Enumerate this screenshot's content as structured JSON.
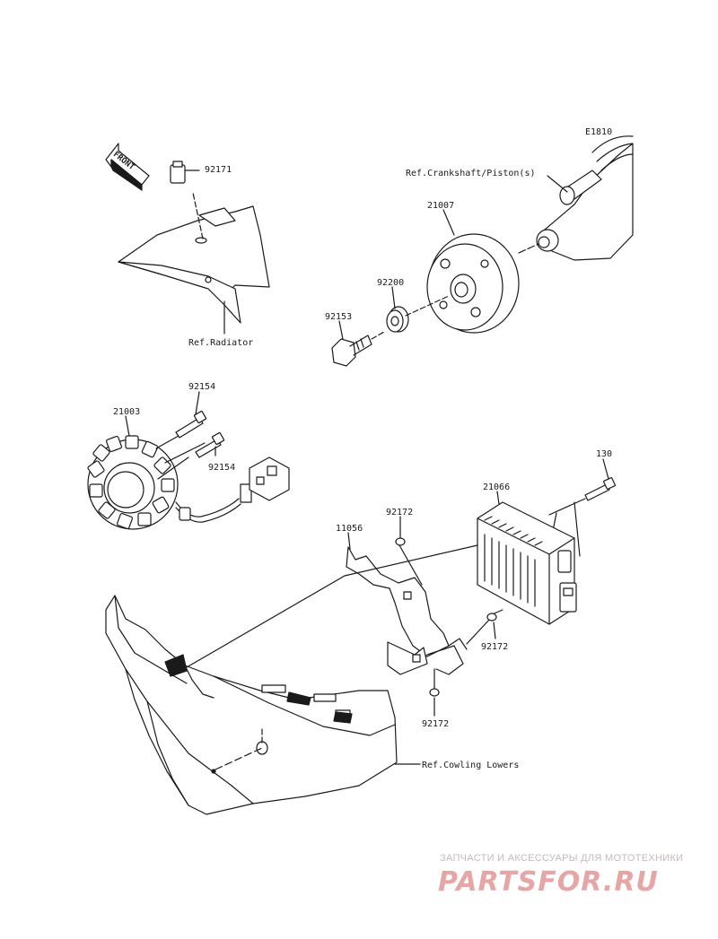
{
  "diagram_code": "E1810",
  "front_badge": "FRONT",
  "parts": {
    "p92171": "92171",
    "p21007": "21007",
    "p92200": "92200",
    "p92153": "92153",
    "p92154a": "92154",
    "p21003": "21003",
    "p92154b": "92154",
    "p130": "130",
    "p21066": "21066",
    "p11056": "11056",
    "p92172a": "92172",
    "p92172b": "92172",
    "p92172c": "92172"
  },
  "refs": {
    "crankshaft": "Ref.Crankshaft/Piston(s)",
    "radiator": "Ref.Radiator",
    "cowling": "Ref.Cowling Lowers"
  },
  "watermark": {
    "tagline": "ЗАПЧАСТИ И АКСЕССУАРЫ ДЛЯ МОТОТЕХНИКИ",
    "logo": "PARTSFOR.RU"
  }
}
